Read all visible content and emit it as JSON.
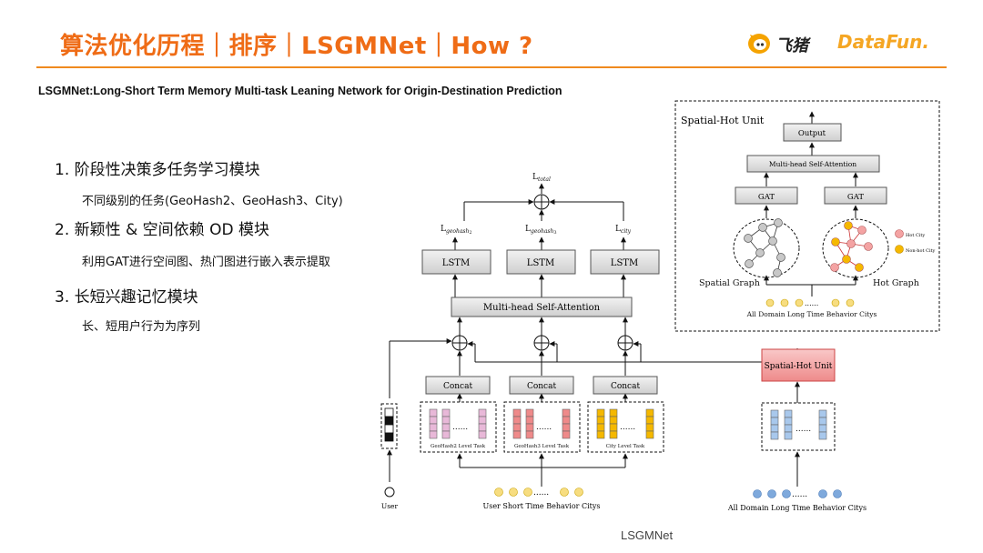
{
  "slide": {
    "title": "算法优化历程｜排序｜LSGMNet｜How ?",
    "subtitle": "LSGMNet:Long-Short Term Memory Multi-task Leaning Network for Origin-Destination Prediction",
    "logo_feizhu": "飞猪",
    "logo_datafun": "DataFun.",
    "caption": "LSGMNet",
    "points": [
      {
        "heading": "1. 阶段性决策多任务学习模块",
        "detail": "不同级别的任务(GeoHash2、GeoHash3、City)"
      },
      {
        "heading": "2. 新颖性 & 空间依赖 OD 模块",
        "detail": "利用GAT进行空间图、热门图进行嵌入表示提取"
      },
      {
        "heading": "3. 长短兴趣记忆模块",
        "detail": "长、短用户行为为序列"
      }
    ]
  },
  "diagram": {
    "l_total": "L",
    "l_total_sub": "total",
    "l_geohash2": "L",
    "l_geohash2_sub": "geohash",
    "l_geohash2_sub2": "2",
    "l_geohash3": "L",
    "l_geohash3_sub": "geohash",
    "l_geohash3_sub2": "3",
    "l_city": "L",
    "l_city_sub": "city",
    "lstm_labels": [
      "LSTM",
      "LSTM",
      "LSTM"
    ],
    "mhsa_label": "Multi-head Self-Attention",
    "concat_labels": [
      "Concat",
      "Concat",
      "Concat"
    ],
    "task_labels": [
      "GeoHash2 Level Task",
      "GeoHash3 Level Task",
      "City Level Task"
    ],
    "user_label": "User",
    "short_behavior": "User Short Time Behavior Citys",
    "long_behavior": "All Domain Long Time Behavior Citys",
    "spatial_hot_unit": "Spatial-Hot Unit",
    "colors": {
      "pink": "#e8b8d8",
      "red": "#ef8a8a",
      "yellow": "#f5b800",
      "blue": "#a8c8ec",
      "node_yellow": "#f7dd80",
      "node_blue": "#7ea9dc",
      "shu_fill": "#f4a8a8",
      "box_fill": "#dcdcdc"
    },
    "inset": {
      "title": "Spatial-Hot Unit",
      "output": "Output",
      "mhsa": "Multi-head Self-Attention",
      "gat_labels": [
        "GAT",
        "GAT"
      ],
      "spatial_graph": "Spatial Graph",
      "hot_graph": "Hot Graph",
      "hot_city": "Hot City",
      "non_hot_city": "Non-hot City",
      "long_behavior": "All Domain Long Time Behavior Citys"
    }
  }
}
